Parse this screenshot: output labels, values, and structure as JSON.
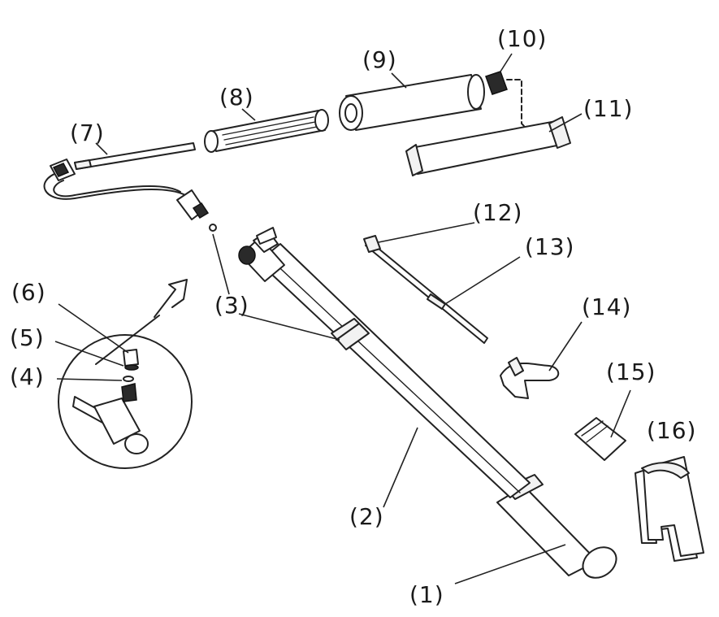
{
  "figure": {
    "labels": {
      "p1": "(1)",
      "p2": "(2)",
      "p3": "(3)",
      "p4": "(4)",
      "p5": "(5)",
      "p6": "(6)",
      "p7": "(7)",
      "p8": "(8)",
      "p9": "(9)",
      "p10": "(10)",
      "p11": "(11)",
      "p12": "(12)",
      "p13": "(13)",
      "p14": "(14)",
      "p15": "(15)",
      "p16": "(16)"
    }
  }
}
